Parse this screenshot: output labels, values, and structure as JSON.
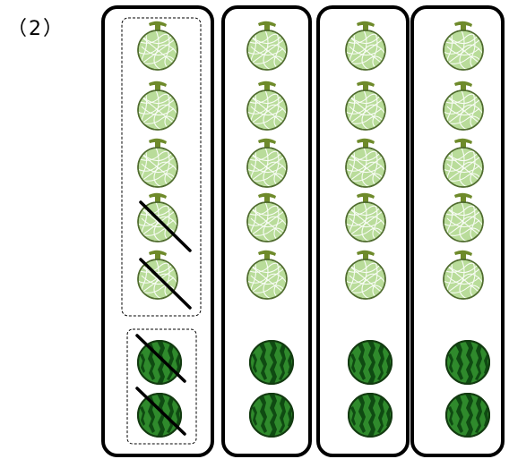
{
  "problem_label": "（2）",
  "columns": [
    {
      "melons": 5,
      "watermelons": 2,
      "crossed_melons": 2,
      "crossed_watermelons": 2,
      "melon_group_outlined": true,
      "watermelon_group_outlined": true
    },
    {
      "melons": 5,
      "watermelons": 2,
      "crossed_melons": 0,
      "crossed_watermelons": 0,
      "melon_group_outlined": false,
      "watermelon_group_outlined": false
    },
    {
      "melons": 5,
      "watermelons": 2,
      "crossed_melons": 0,
      "crossed_watermelons": 0,
      "melon_group_outlined": false,
      "watermelon_group_outlined": false
    },
    {
      "melons": 5,
      "watermelons": 2,
      "crossed_melons": 0,
      "crossed_watermelons": 0,
      "melon_group_outlined": false,
      "watermelon_group_outlined": false
    }
  ],
  "colors": {
    "melon_fill": "#b9dc9a",
    "melon_net": "#ffffff",
    "melon_outline": "#4f6b2e",
    "stem": "#6e8a2a",
    "watermelon_fill": "#2f8a2c",
    "watermelon_stripe": "#0f4a12",
    "frame": "#000000"
  }
}
